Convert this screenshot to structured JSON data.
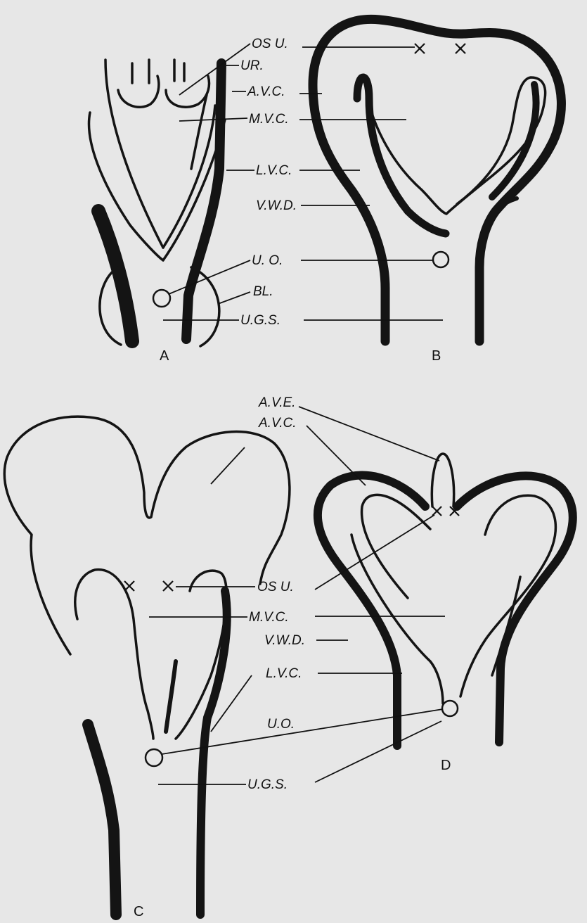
{
  "figure": {
    "panels": {
      "a": "A",
      "b": "B",
      "c": "C",
      "d": "D"
    },
    "labels": {
      "a_os_u": "OS U.",
      "a_ur": "UR.",
      "a_avc": "A.V.C.",
      "a_mvc": "M.V.C.",
      "a_lvc": "L.V.C.",
      "a_vwd": "V.W.D.",
      "a_uo": "U. O.",
      "a_bl": "BL.",
      "a_ugs": "U.G.S.",
      "d_ave": "A.V.E.",
      "d_avc": "A.V.C.",
      "c_os_u": "OS U.",
      "c_mvc": "M.V.C.",
      "c_vwd": "V.W.D.",
      "c_lvc": "L.V.C.",
      "c_uo": "U.O.",
      "c_ugs": "U.G.S."
    }
  }
}
